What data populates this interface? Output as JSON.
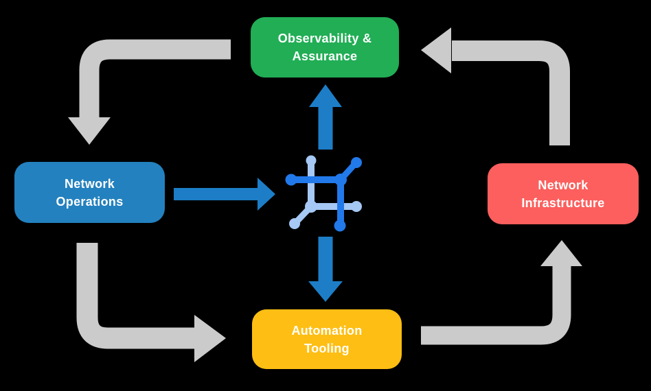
{
  "diagram": {
    "background": "#000000",
    "text_color": "#FFFFFF",
    "colors": {
      "observability_green": "#21AE55",
      "operations_blue": "#2381BF",
      "infrastructure_red": "#FC5F5D",
      "automation_yellow": "#FEBE13",
      "cycle_arrow_gray": "#CBCBCB",
      "flow_arrow_blue": "#1D7EC7",
      "icon_blue": "#2279EA",
      "icon_light_blue": "#A5C8F4"
    },
    "nodes": [
      {
        "id": "observability-assurance",
        "label_line1": "Observability &",
        "label_line2": "Assurance"
      },
      {
        "id": "network-operations",
        "label_line1": "Network",
        "label_line2": "Operations"
      },
      {
        "id": "network-infrastructure",
        "label_line1": "Network",
        "label_line2": "Infrastructure"
      },
      {
        "id": "automation-tooling",
        "label_line1": "Automation",
        "label_line2": "Tooling"
      }
    ],
    "center_icon": "network-mesh-icon",
    "edges": [
      {
        "from": "observability-assurance",
        "to": "network-operations",
        "type": "cycle-gray"
      },
      {
        "from": "network-operations",
        "to": "automation-tooling",
        "type": "cycle-gray"
      },
      {
        "from": "automation-tooling",
        "to": "network-infrastructure",
        "type": "cycle-gray"
      },
      {
        "from": "network-infrastructure",
        "to": "observability-assurance",
        "type": "cycle-gray"
      },
      {
        "from": "network-operations",
        "to": "center-icon",
        "type": "flow-blue"
      },
      {
        "from": "center-icon",
        "to": "observability-assurance",
        "type": "flow-blue"
      },
      {
        "from": "center-icon",
        "to": "automation-tooling",
        "type": "flow-blue"
      }
    ]
  }
}
